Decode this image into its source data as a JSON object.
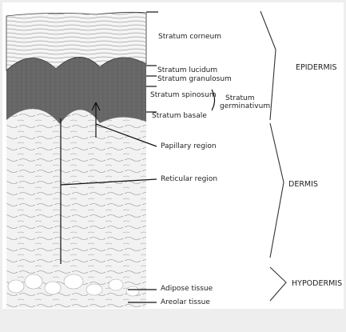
{
  "labels": {
    "stratum_corneum": "Stratum corneum",
    "stratum_lucidum": "Stratum lucidum",
    "stratum_granulosum": "Stratum granulosum",
    "stratum_spinosum": "Stratum spinosum",
    "stratum_basale": "Stratum basale",
    "stratum_germ_1": "Stratum",
    "stratum_germ_2": "germinativum",
    "papillary_region": "Papillary region",
    "reticular_region": "Reticular region",
    "adipose_tissue": "Adipose tissue",
    "areolar_tissue": "Areolar tissue"
  },
  "groups": {
    "epidermis": "EPIDERMIS",
    "dermis": "DERMIS",
    "hypodermis": "HYPODERMIS"
  },
  "colors": {
    "background": "#eeeeee",
    "panel": "#ffffff",
    "line": "#111111"
  }
}
